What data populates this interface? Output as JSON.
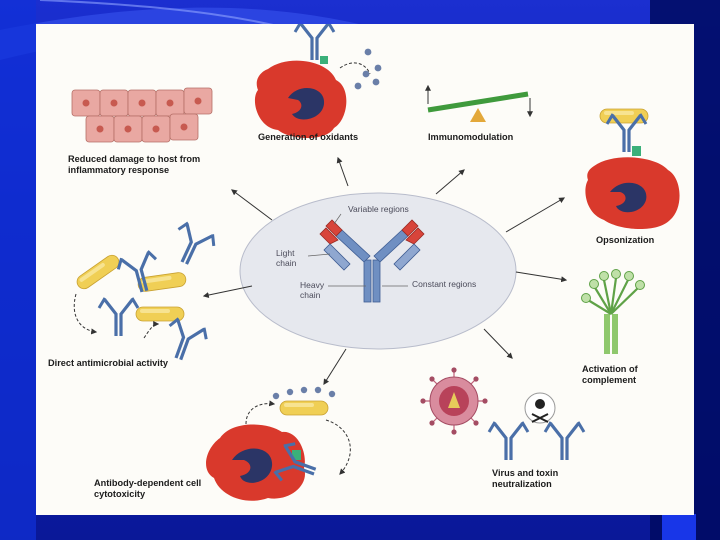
{
  "diagram": {
    "center": {
      "variable_regions": "Variable regions",
      "light_chain": "Light chain",
      "heavy_chain": "Heavy chain",
      "constant_regions": "Constant regions"
    },
    "labels": {
      "generation_of_oxidants": "Generation of oxidants",
      "immunomodulation": "Immunomodulation",
      "reduced_damage": "Reduced damage to host from inflammatory response",
      "opsonization": "Opsonization",
      "direct_antimicrobial": "Direct antimicrobial activity",
      "activation_of_complement": "Activation of complement",
      "adcc": "Antibody-dependent cell cytotoxicity",
      "virus_toxin": "Virus and toxin neutralization"
    }
  },
  "colors": {
    "slide_background": "#0f22b8",
    "panel": "#fdfcf8",
    "antibody_blue": "#4a6fa8",
    "variable_red": "#d8443a",
    "cell_red": "#d9392c",
    "nucleus": "#2b3566",
    "bacteria_yellow": "#f0cf55",
    "ellipse": "#e6e8ee"
  }
}
